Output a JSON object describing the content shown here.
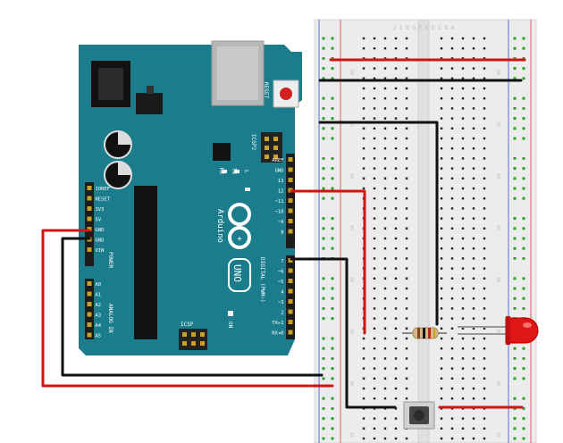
{
  "board": {
    "reset_label": "RESET",
    "icsp2_label": "ICSP2",
    "icsp_label": "ICSP",
    "tx_label": "TX",
    "rx_label": "RX",
    "l_label": "L",
    "brand": "Arduino",
    "model": "UNO",
    "on_label": "ON",
    "digital_label": "DIGITAL (PWM~)",
    "power_label": "POWER",
    "analog_label": "ANALOG IN",
    "power_pins": [
      "IOREF",
      "RESET",
      "3V3",
      "5V",
      "GND",
      "GND",
      "VIN"
    ],
    "analog_pins": [
      "A0",
      "A1",
      "A2",
      "A3",
      "A4",
      "A5"
    ],
    "digital_top": [
      "AREF",
      "GND",
      "13",
      "12",
      "~11",
      "~10",
      "~9",
      "8"
    ],
    "digital_bottom": [
      "7",
      "~6",
      "~5",
      "4",
      "~3",
      "2",
      "TX▸1",
      "RX◂0"
    ]
  },
  "breadboard": {
    "top_letters": "J I H G F   E D C B A",
    "row_numbers": [
      "60",
      "55",
      "50",
      "45",
      "40",
      "35",
      "30",
      "25"
    ]
  },
  "colors": {
    "board": "#1b7d8c",
    "wire_red": "#d01515",
    "wire_black": "#111111",
    "led": "#e01515",
    "breadboard": "#ececec",
    "rail_red": "#e06060",
    "rail_blue": "#5a6fd0",
    "hole_green": "#2fa02f"
  }
}
